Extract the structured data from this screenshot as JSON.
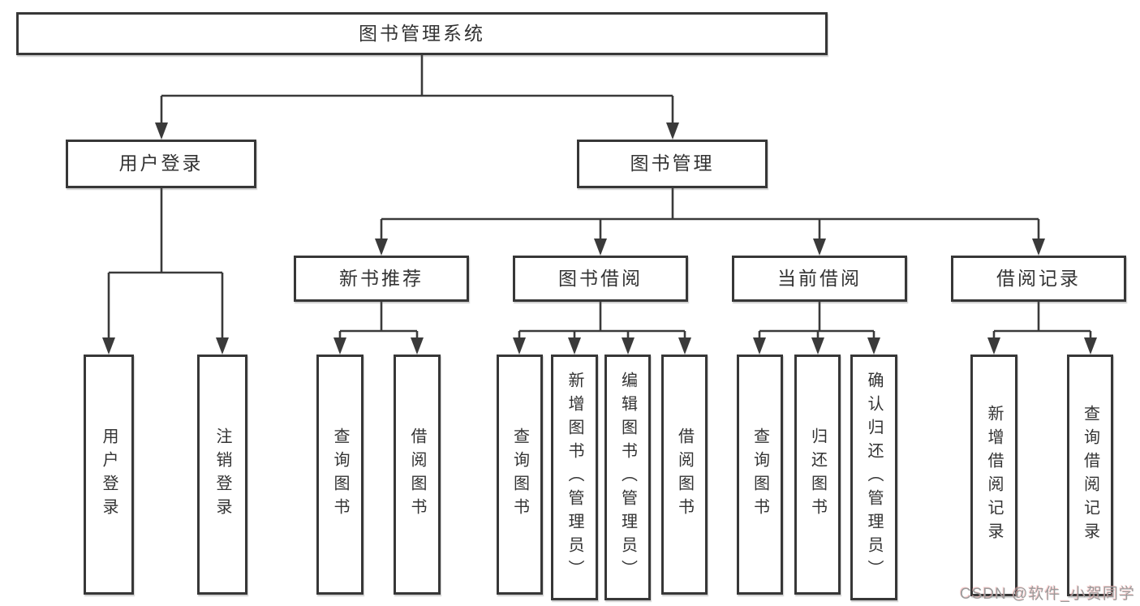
{
  "tree": {
    "root": {
      "label": "图书管理系统",
      "children": [
        {
          "label": "用户登录",
          "children": [
            {
              "label": "用户登录"
            },
            {
              "label": "注销登录"
            }
          ]
        },
        {
          "label": "图书管理",
          "children": [
            {
              "label": "新书推荐",
              "children": [
                {
                  "label": "查询图书"
                },
                {
                  "label": "借阅图书"
                }
              ]
            },
            {
              "label": "图书借阅",
              "children": [
                {
                  "label": "查询图书"
                },
                {
                  "label": "新增图书（管理员）"
                },
                {
                  "label": "编辑图书（管理员）"
                },
                {
                  "label": "借阅图书"
                }
              ]
            },
            {
              "label": "当前借阅",
              "children": [
                {
                  "label": "查询图书"
                },
                {
                  "label": "归还图书"
                },
                {
                  "label": "确认归还（管理员）"
                }
              ]
            },
            {
              "label": "借阅记录",
              "children": [
                {
                  "label": "新增借阅记录"
                },
                {
                  "label": "查询借阅记录"
                }
              ]
            }
          ]
        }
      ]
    }
  },
  "watermark": {
    "text": "CSDN @软件_小贺同学"
  },
  "colors": {
    "line": "#3a3a3a",
    "box_border": "#373737",
    "text": "#333333",
    "watermark": "#9b9b9b"
  }
}
